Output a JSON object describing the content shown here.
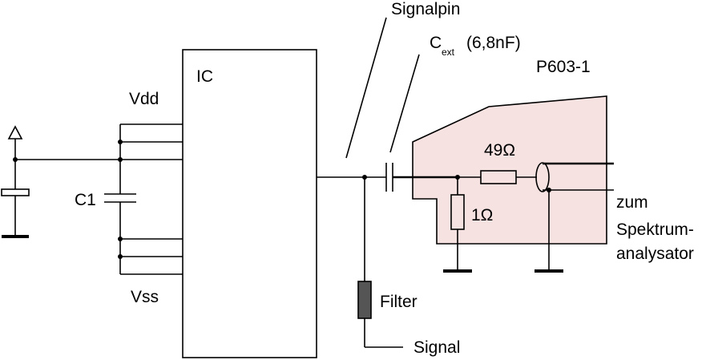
{
  "labels": {
    "ic": "IC",
    "vdd": "Vdd",
    "vss": "Vss",
    "c1": "C1",
    "signalpin": "Signalpin",
    "cext_main": "C",
    "cext_sub": "ext",
    "cext_value": "(6,8nF)",
    "probe": "P603-1",
    "r49": "49Ω",
    "r1": "1Ω",
    "filter": "Filter",
    "signal": "Signal",
    "out_line1": "zum",
    "out_line2": "Spektrum-",
    "out_line3": "analysator"
  },
  "colors": {
    "probe_fill": "#f6e2e0",
    "filter_fill": "#555555",
    "wire": "#000000"
  }
}
